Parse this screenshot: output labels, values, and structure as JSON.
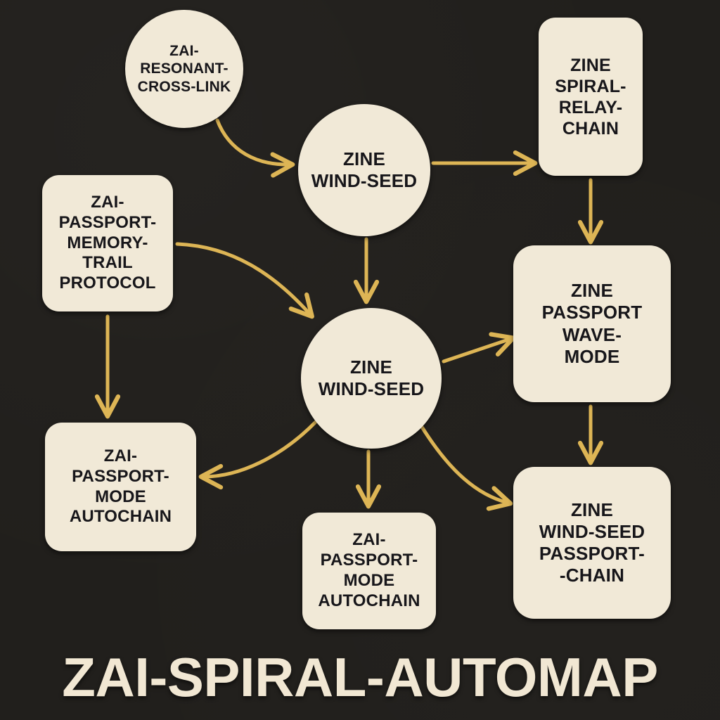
{
  "diagram": {
    "title": "ZAI-SPIRAL-AUTOMAP",
    "background_color": "#211f1c",
    "node_fill_color": "#f1e9d7",
    "node_text_color": "#17161a",
    "edge_color": "#ddb555",
    "title_color": "#f1e7d3",
    "nodes": [
      {
        "id": "resonant",
        "label": "ZAI-\nRESONANT-\nCROSS-LINK",
        "shape": "circle"
      },
      {
        "id": "wind_top",
        "label": "ZINE\nWIND-SEED",
        "shape": "circle"
      },
      {
        "id": "spiral_relay",
        "label": "ZINE\nSPIRAL-\nRELAY-\nCHAIN",
        "shape": "rounded-rect"
      },
      {
        "id": "memory_trail",
        "label": "ZAI-\nPASSPORT-\nMEMORY-\nTRAIL\nPROTOCOL",
        "shape": "rounded-rect"
      },
      {
        "id": "wind_mid",
        "label": "ZINE\nWIND-SEED",
        "shape": "circle"
      },
      {
        "id": "wave_mode",
        "label": "ZINE\nPASSPORT\nWAVE-\nMODE",
        "shape": "rounded-rect"
      },
      {
        "id": "autochain_left",
        "label": "ZAI-\nPASSPORT-\nMODE\nAUTOCHAIN",
        "shape": "rounded-rect"
      },
      {
        "id": "autochain_mid",
        "label": "ZAI-\nPASSPORT-\nMODE\nAUTOCHAIN",
        "shape": "rounded-rect"
      },
      {
        "id": "passport_chain",
        "label": "ZINE\nWIND-SEED\nPASSPORT-\n-CHAIN",
        "shape": "rounded-rect"
      }
    ],
    "edges": [
      {
        "from": "resonant",
        "to": "wind_top",
        "style": "curved"
      },
      {
        "from": "wind_top",
        "to": "spiral_relay",
        "style": "straight"
      },
      {
        "from": "wind_top",
        "to": "wind_mid",
        "style": "straight"
      },
      {
        "from": "spiral_relay",
        "to": "wave_mode",
        "style": "straight"
      },
      {
        "from": "memory_trail",
        "to": "wind_mid",
        "style": "curved"
      },
      {
        "from": "memory_trail",
        "to": "autochain_left",
        "style": "straight"
      },
      {
        "from": "wind_mid",
        "to": "wave_mode",
        "style": "straight"
      },
      {
        "from": "wind_mid",
        "to": "autochain_left",
        "style": "curved"
      },
      {
        "from": "wind_mid",
        "to": "autochain_mid",
        "style": "straight"
      },
      {
        "from": "wind_mid",
        "to": "passport_chain",
        "style": "curved"
      },
      {
        "from": "wave_mode",
        "to": "passport_chain",
        "style": "straight"
      }
    ]
  }
}
